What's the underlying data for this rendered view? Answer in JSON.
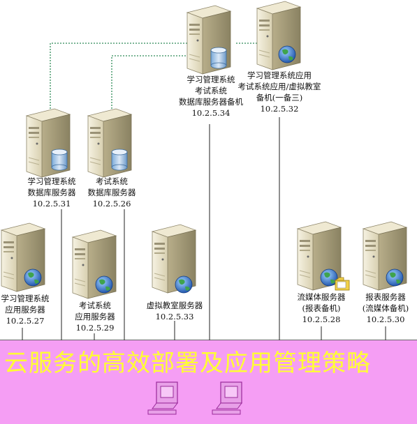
{
  "servers": [
    {
      "id": "s34",
      "lines": [
        "学习管理系统",
        "考试系统",
        "数据库服务器备机",
        "10.2.5.34"
      ],
      "icon": "database-icon"
    },
    {
      "id": "s32",
      "lines": [
        "学习管理系统应用",
        "考试系统应用/虚拟教室",
        "备机(一备三)",
        "10.2.5.32"
      ],
      "icon": "globe-icon"
    },
    {
      "id": "s31",
      "lines": [
        "学习管理系统",
        "数据库服务器",
        "10.2.5.31"
      ],
      "icon": "database-icon"
    },
    {
      "id": "s26",
      "lines": [
        "考试系统",
        "数据库服务器",
        "10.2.5.26"
      ],
      "icon": "database-icon"
    },
    {
      "id": "s27",
      "lines": [
        "学习管理系统",
        "应用服务器",
        "10.2.5.27"
      ],
      "icon": "globe-icon"
    },
    {
      "id": "s29",
      "lines": [
        "考试系统",
        "应用服务器",
        "10.2.5.29"
      ],
      "icon": "globe-icon"
    },
    {
      "id": "s33",
      "lines": [
        "虚拟教室服务器",
        "10.2.5.33"
      ],
      "icon": "globe-icon"
    },
    {
      "id": "s28",
      "lines": [
        "流媒体服务器",
        "(报表备机)",
        "10.2.5.28"
      ],
      "icon": "globe-icon"
    },
    {
      "id": "s30",
      "lines": [
        "报表服务器",
        "(流媒体备机)",
        "10.2.5.30"
      ],
      "icon": "globe-icon"
    }
  ],
  "banner": {
    "text": "云服务的高效部署及应用管理策略"
  },
  "colors": {
    "banner_bg": "#f59ef4",
    "banner_text": "#ffff33",
    "dotted_line": "#2e8b57",
    "server_body": "#ece6cc"
  }
}
